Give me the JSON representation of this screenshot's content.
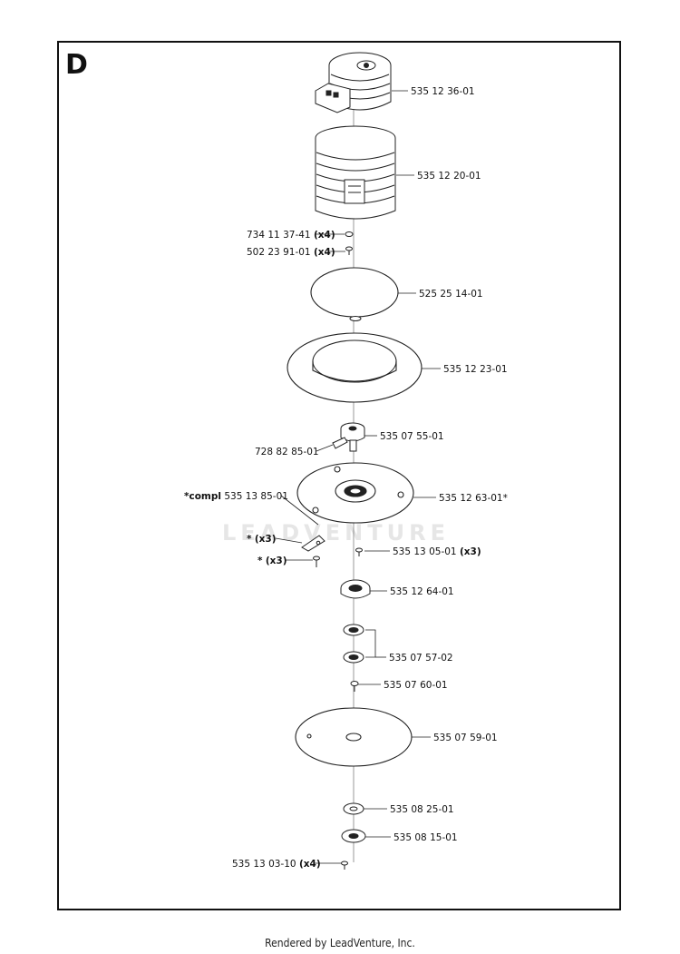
{
  "section_letter": "D",
  "watermark": "LEADVENTURE",
  "footer": "Rendered by LeadVenture, Inc.",
  "parts": [
    {
      "label": "535 12 36-01",
      "qty": ""
    },
    {
      "label": "535 12 20-01",
      "qty": ""
    },
    {
      "label": "734 11 37-41",
      "qty": "(x4)"
    },
    {
      "label": "502 23 91-01",
      "qty": "(x4)"
    },
    {
      "label": "525 25 14-01",
      "qty": ""
    },
    {
      "label": "535 12 23-01",
      "qty": ""
    },
    {
      "label": "535 07 55-01",
      "qty": ""
    },
    {
      "label": "728 82 85-01",
      "qty": ""
    },
    {
      "label": "535 13 85-01",
      "qty": "",
      "prefix": "*compl"
    },
    {
      "label": "535 12 63-01*",
      "qty": ""
    },
    {
      "label": "*",
      "qty": "(x3)"
    },
    {
      "label": "535 13 05-01",
      "qty": "(x3)"
    },
    {
      "label": "*",
      "qty": "(x3)"
    },
    {
      "label": "535 12 64-01",
      "qty": ""
    },
    {
      "label": "535 07 57-02",
      "qty": ""
    },
    {
      "label": "535 07 60-01",
      "qty": ""
    },
    {
      "label": "535 07 59-01",
      "qty": ""
    },
    {
      "label": "535 08 25-01",
      "qty": ""
    },
    {
      "label": "535 08 15-01",
      "qty": ""
    },
    {
      "label": "535 13 03-10",
      "qty": "(x4)"
    }
  ]
}
